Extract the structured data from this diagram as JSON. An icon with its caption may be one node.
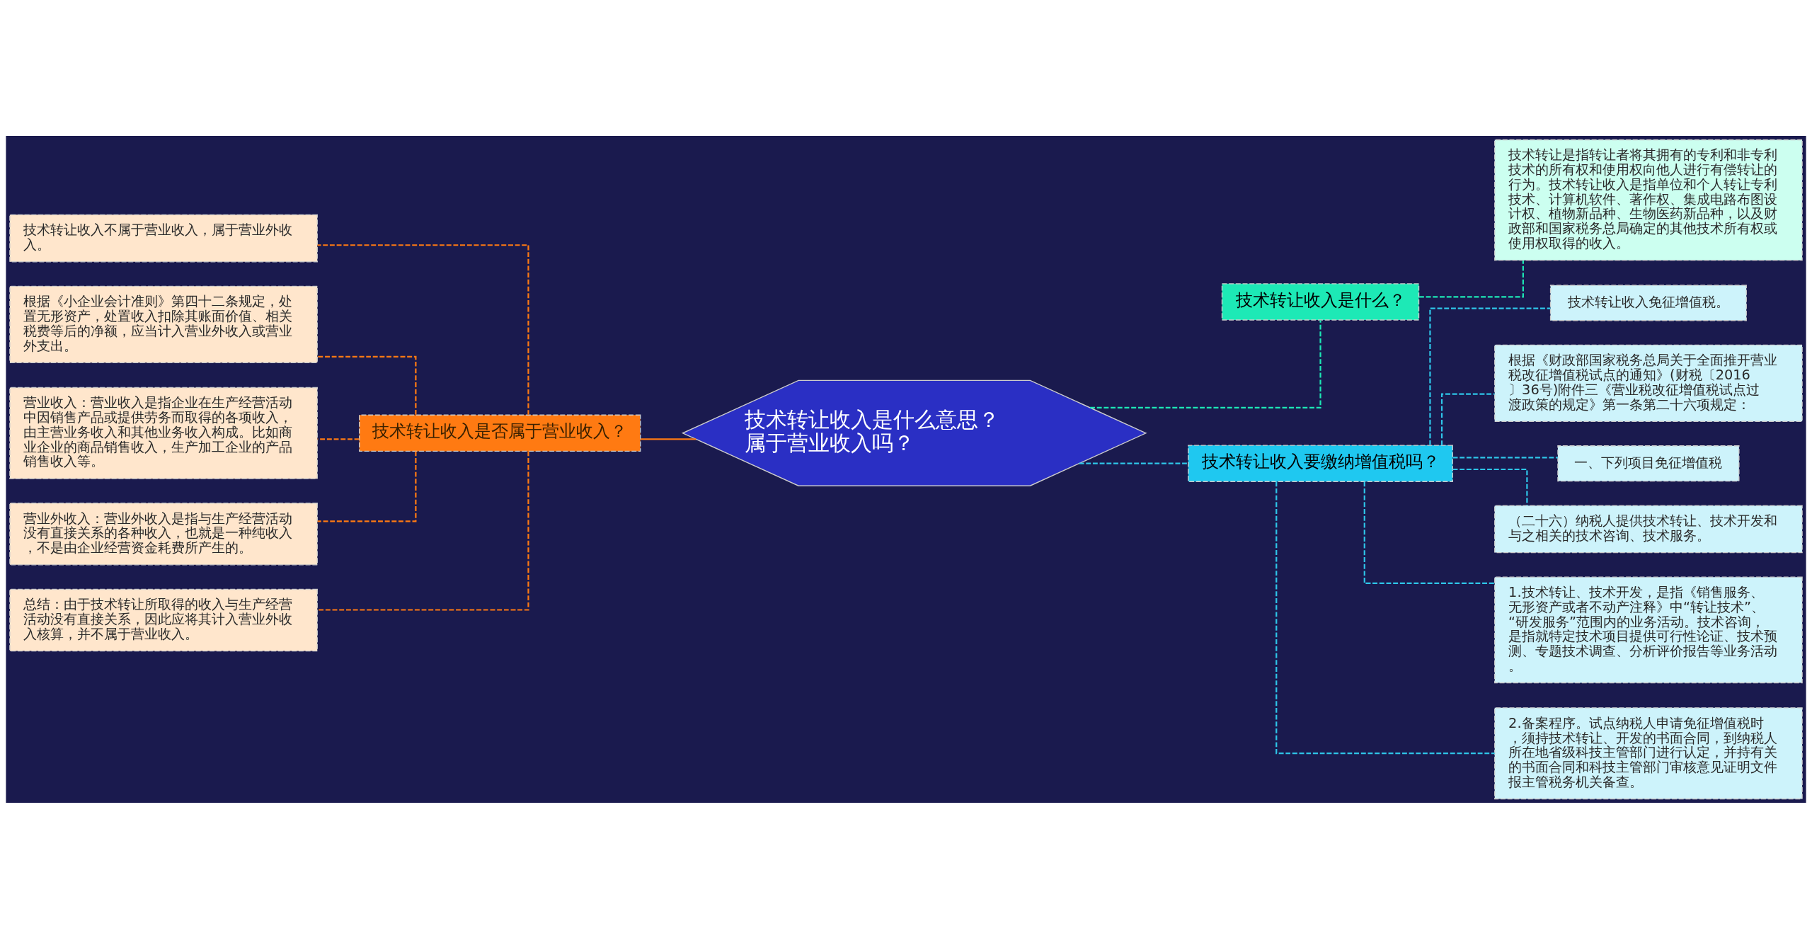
{
  "diagram": {
    "nodes": [
      {
        "text": [
          "技术转让收入是什么意思？属于营业收入吗？"
        ]
      },
      {
        "text": [
          "技术转让收入是否属于营业收入？"
        ]
      },
      {
        "text": [
          "技术转让收入不属于营业收入，属于营业外收入。"
        ]
      },
      {
        "text": [
          "根据《小企业会计准则》第四十二条规定，处置无形资产，处置收入扣除其账面价值、相关税费等后的净额，应当计入营业外收入或营业外支出。"
        ]
      },
      {
        "text": [
          "营业收入：营业收入是指企业在生产经营活动中因销售产品或提供劳务而取得的各项收入，由主营业务收入和其他业务收入构成。比如商业企业的商品销售收入，生产加工企业的产品销售收入等。"
        ]
      },
      {
        "text": [
          "营业外收入：营业外收入是指与生产经营活动没有直接关系的各种收入，也就是一种纯收入，不是由企业经营资金耗费所产生的。"
        ]
      },
      {
        "text": [
          "总结：由于技术转让所取得的收入与生产经营活动没有直接关系，因此应将其计入营业外收入核算，并不属于营业收入。"
        ]
      },
      {
        "text": [
          "技术转让收入是什么？"
        ]
      },
      {
        "text": [
          "技术转让是指转让者将其拥有的专利和非专利技术的所有权和使用权向他人进行有偿转让的行为。技术转让收入是指单位和个人转让专利技术、计算机软件、著作权、集成电路布图设计权、植物新品种、生物医药新品种，以及财政部和国家税务总局确定的其他技术所有权或使用权取得的收入。"
        ]
      },
      {
        "text": [
          "技术转让收入要缴纳增值税吗？"
        ]
      },
      {
        "text": [
          "技术转让收入免征增值税。"
        ]
      },
      {
        "text": [
          "根据《财政部国家税务总局关于全面推开营业税改征增值税试点的通知》(财税〔2016〕36号)附件三《营业税改征增值税试点过渡政策的规定》第一条第二十六项规定："
        ]
      },
      {
        "text": [
          "一、下列项目免征增值税"
        ]
      },
      {
        "text": [
          "（二十六）纳税人提供技术转让、技术开发和与之相关的技术咨询、技术服务。"
        ]
      },
      {
        "text": [
          "1.技术转让、技术开发，是指《销售服务、无形资产或者不动产注释》中“转让技术”、“研发服务”范围内的业务活动。技术咨询，是指就特定技术项目提供可行性论证、技术预测、专题技术调查、分析评价报告等业务活动。"
        ]
      },
      {
        "text": [
          "2.备案程序。试点纳税人申请免征增值税时，须持技术转让、开发的书面合同，到纳税人所在地省级科技主管部门进行认定，并持有关的书面合同和科技主管部门审核意见证明文件报主管税务机关备查。"
        ]
      }
    ],
    "edges": [
      {
        "from": 0,
        "to": 1,
        "arrow": "none",
        "color": "#ff7a12"
      },
      {
        "from": 1,
        "to": 2,
        "arrow": "none",
        "style": "dashed",
        "color": "#ff7a12"
      },
      {
        "from": 1,
        "to": 3,
        "arrow": "none",
        "style": "dashed",
        "color": "#ff7a12"
      },
      {
        "from": 1,
        "to": 4,
        "arrow": "none",
        "style": "dashed",
        "color": "#ff7a12"
      },
      {
        "from": 1,
        "to": 5,
        "arrow": "none",
        "style": "dashed",
        "color": "#ff7a12"
      },
      {
        "from": 1,
        "to": 6,
        "arrow": "none",
        "style": "dashed",
        "color": "#ff7a12"
      },
      {
        "from": 0,
        "to": 7,
        "arrow": "none",
        "style": "dashed",
        "color": "#1de9b6"
      },
      {
        "from": 7,
        "to": 8,
        "arrow": "none",
        "style": "dashed",
        "color": "#1de9b6"
      },
      {
        "from": 0,
        "to": 9,
        "arrow": "none",
        "style": "dashed"
      },
      {
        "from": 9,
        "to": 10,
        "arrow": "none",
        "style": "dashed"
      },
      {
        "from": 9,
        "to": 11,
        "arrow": "none",
        "style": "dashed"
      },
      {
        "from": 9,
        "to": 12,
        "arrow": "none",
        "style": "dashed"
      },
      {
        "from": 9,
        "to": 13,
        "arrow": "none",
        "style": "dashed"
      },
      {
        "from": 9,
        "to": 14,
        "arrow": "none",
        "style": "dashed"
      },
      {
        "from": 9,
        "to": 15,
        "arrow": "none",
        "style": "dashed"
      }
    ]
  }
}
